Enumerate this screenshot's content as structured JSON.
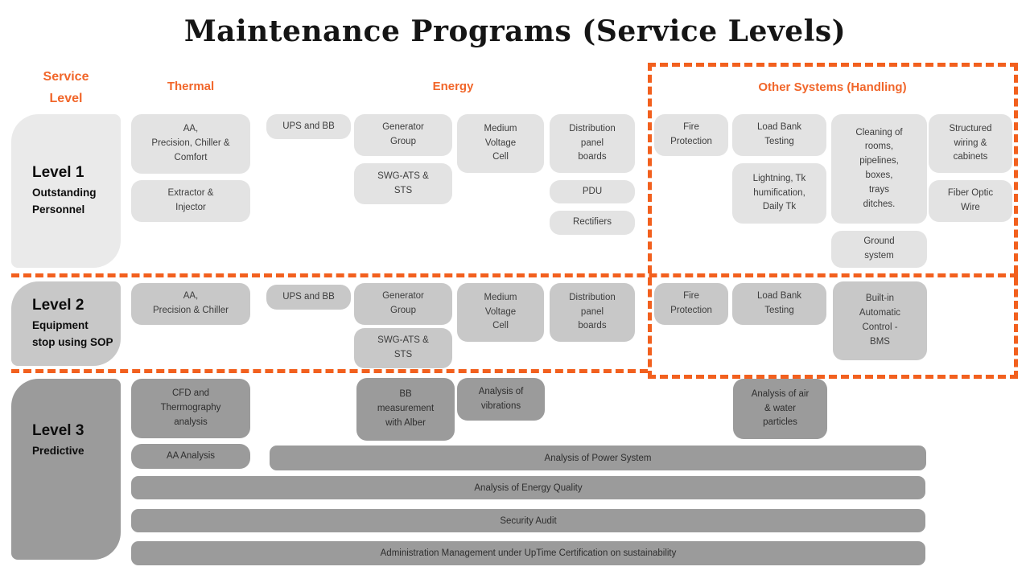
{
  "slide": {
    "title": "Maintenance Programs (Service Levels)"
  },
  "headers": {
    "service_level": "Service\nLevel",
    "thermal": "Thermal",
    "energy": "Energy",
    "other_systems": "Other Systems (Handling)"
  },
  "colors": {
    "orange_accent": "#F2601E",
    "level1_box": "#E3E3E3",
    "level1_label": "#EAEAEA",
    "level2_box": "#C8C8C8",
    "level3_box": "#9B9B9B",
    "box_text": "#3D3D3D",
    "title_text": "#151515"
  },
  "level1": {
    "name": "Level 1",
    "subtitle": "Outstanding\nPersonnel",
    "thermal_1": "AA,\nPrecision, Chiller &\nComfort",
    "thermal_2": "Extractor &\nInjector",
    "ups": "UPS and BB",
    "generator": "Generator\nGroup",
    "swg": "SWG-ATS &\nSTS",
    "medium_voltage": "Medium\nVoltage\nCell",
    "distribution": "Distribution\npanel\nboards",
    "pdu": "PDU",
    "rectifiers": "Rectifiers",
    "fire": "Fire\nProtection",
    "load_bank": "Load Bank\nTesting",
    "lightning": "Lightning, Tk\nhumification,\nDaily Tk",
    "cleaning": "Cleaning of\nrooms,\npipelines,\nboxes,\ntrays\nditches.",
    "structured_wiring": "Structured\nwiring &\ncabinets",
    "fiber_optic": "Fiber Optic\nWire",
    "ground": "Ground\nsystem"
  },
  "level2": {
    "name": "Level 2",
    "subtitle": "Equipment\nstop using SOP",
    "thermal_1": "AA,\nPrecision & Chiller",
    "ups": "UPS and BB",
    "generator": "Generator\nGroup",
    "swg": "SWG-ATS &\nSTS",
    "medium_voltage": "Medium\nVoltage\nCell",
    "distribution": "Distribution\npanel\nboards",
    "fire": "Fire\nProtection",
    "load_bank": "Load Bank\nTesting",
    "bms": "Built-in\nAutomatic\nControl -\nBMS"
  },
  "level3": {
    "name": "Level 3",
    "subtitle": "Predictive",
    "cfd": "CFD and\nThermography\nanalysis",
    "aa_analysis": "AA Analysis",
    "bb_alber": "BB\nmeasurement\nwith Alber",
    "vibrations": "Analysis of\nvibrations",
    "air_water": "Analysis of air\n& water\nparticles",
    "power_system": "Analysis of Power System",
    "energy_quality": "Analysis of Energy Quality",
    "security_audit": "Security Audit",
    "administration": "Administration Management under UpTime Certification on sustainability"
  }
}
